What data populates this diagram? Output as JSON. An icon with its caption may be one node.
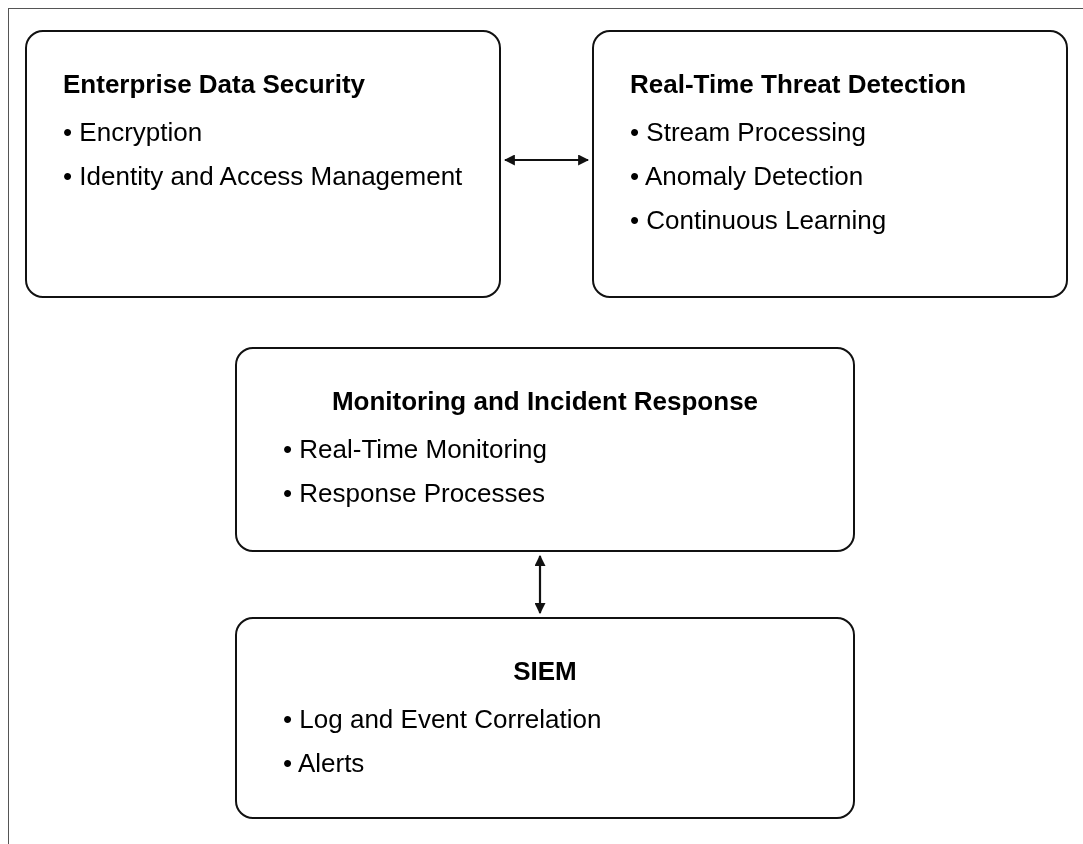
{
  "diagram": {
    "nodes": [
      {
        "text": [
          "Enterprise Data Security",
          "• Encryption",
          "• Identity and Access Management"
        ]
      },
      {
        "text": [
          "Real-Time Threat Detection",
          "• Stream Processing",
          "• Anomaly Detection",
          "• Continuous Learning"
        ]
      },
      {
        "text": [
          "Monitoring and Incident Response",
          "• Real-Time Monitoring",
          "• Response Processes"
        ]
      },
      {
        "text": [
          "SIEM",
          "• Log and Event Correlation",
          "• Alerts"
        ]
      }
    ],
    "edges": [
      {
        "from": 0,
        "to": 1,
        "arrow": "both"
      },
      {
        "from": 2,
        "to": 3,
        "arrow": "both"
      }
    ]
  }
}
